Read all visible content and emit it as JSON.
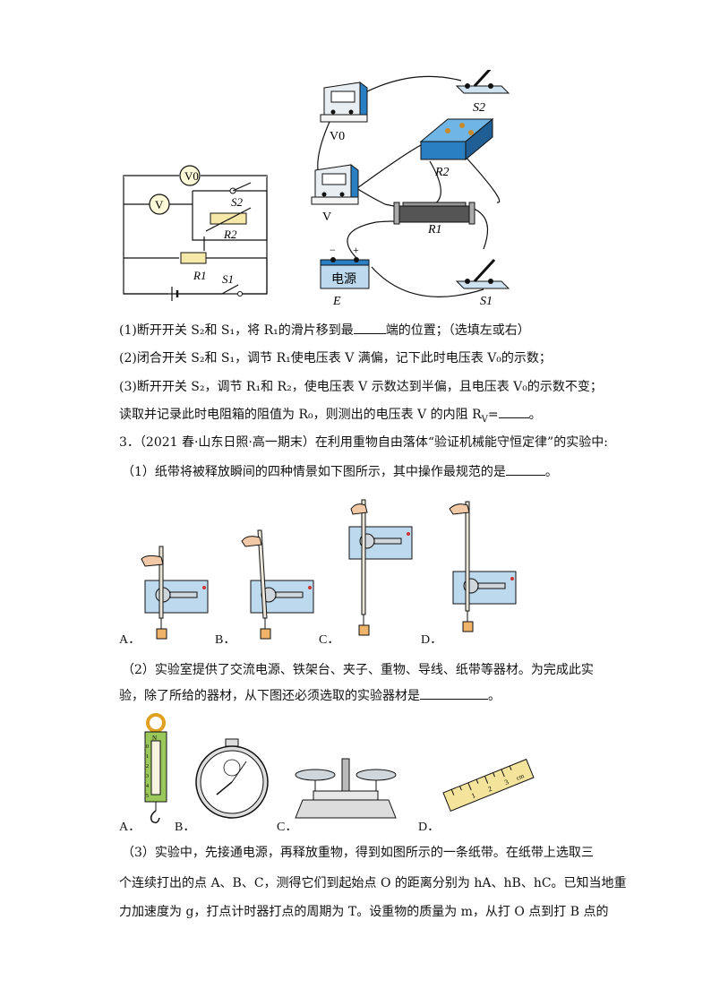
{
  "circuit_diagram": {
    "labels": [
      "V",
      "V0",
      "S2",
      "R2",
      "R1",
      "S1"
    ]
  },
  "apparatus_diagram": {
    "labels": [
      "V0",
      "S2",
      "R2",
      "V",
      "R1",
      "电源",
      "E",
      "S1",
      "−",
      "+"
    ]
  },
  "questions_part": [
    "(1)断开开关 S₂和 S₁，将 R₁的滑片移到最",
    "端的位置；（选填左或右）",
    "(2)闭合开关 S₂和 S₁，调节 R₁使电压表 V 满偏，记下此时电压表 V₀的示数；",
    "(3)断开开关 S₂，调节 R₁和 R₂，使电压表 V 示数达到半偏，且电压表 V₀的示数不变；",
    "读取并记录此时电阻箱的阻值为 R₀，则测出的电压表 V 的内阻 R",
    "=",
    "。"
  ],
  "problem3": {
    "header": "3．（2021 春·山东日照·高一期末）在利用重物自由落体“验证机械能守恒定律”的实验中:",
    "q1": "（1）纸带将被释放瞬间的四种情景如下图所示，其中操作最规范的是",
    "q1_end": "。",
    "q1_options": [
      "A．",
      "B．",
      "C．",
      "D．"
    ],
    "q2_line1": "（2）实验室提供了交流电源、铁架台、夹子、重物、导线、纸带等器材。为完成此实",
    "q2_line2": "验，除了所给的器材，从下图还必须选取的实验器材是",
    "q2_end": "。",
    "q2_options": [
      "A．",
      "B．",
      "C．",
      "D．"
    ],
    "q3_line1": "（3）实验中，先接通电源，再释放重物，得到如图所示的一条纸带。在纸带上选取三",
    "q3_line2": "个连续打出的点 A、B、C，测得它们到起始点 O 的距离分别为 hA、hB、hC。已知当地重",
    "q3_line3": "力加速度为 g，打点计时器打点的周期为 T。设重物的质量为 m，从打 O 点到打 B 点的"
  },
  "ruler_label": "cm",
  "ruler_ticks": [
    "1",
    "2",
    "3"
  ],
  "scale_label": "N",
  "scale_ticks": [
    "0",
    "1",
    "2",
    "3",
    "4",
    "5"
  ]
}
